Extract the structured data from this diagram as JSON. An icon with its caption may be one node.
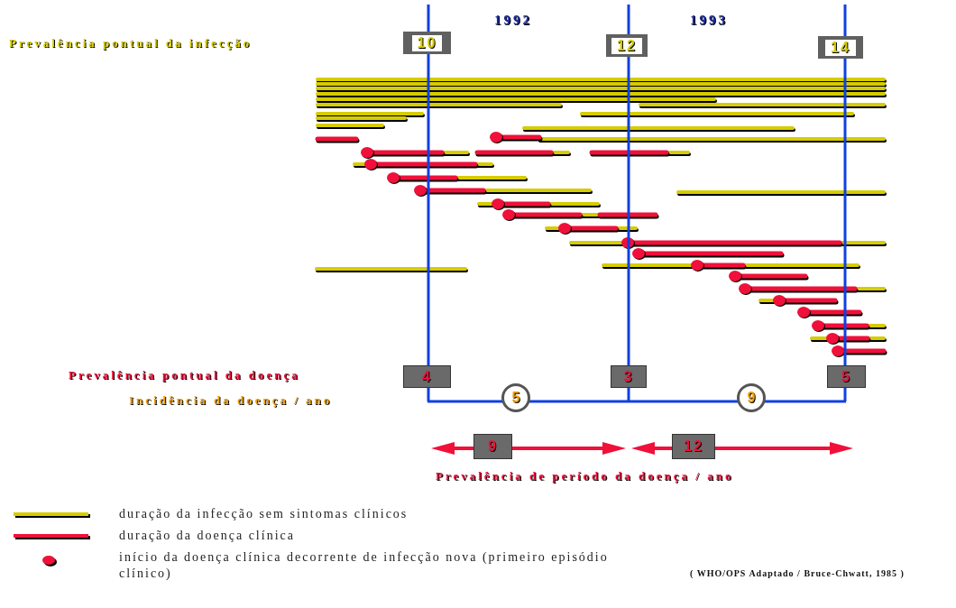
{
  "diagram": {
    "nodes": [
      {
        "text": [
          "10"
        ]
      },
      {
        "text": [
          "12"
        ]
      },
      {
        "text": [
          "14"
        ]
      },
      {
        "text": [
          "4"
        ]
      },
      {
        "text": [
          "3"
        ]
      },
      {
        "text": [
          "5"
        ]
      },
      {
        "text": [
          "5"
        ]
      },
      {
        "text": [
          "9"
        ]
      },
      {
        "text": [
          "9"
        ]
      },
      {
        "text": [
          "12"
        ]
      }
    ],
    "edges": [],
    "labels": [
      "1992",
      "1993",
      "Prevalência pontual da infecção",
      "Prevalência pontual da doença",
      "Incidência da doença / ano",
      "Prevalência de período da doença / ano",
      "( WHO/OPS Adaptado / Bruce-Chwatt, 1985 )"
    ],
    "legend": [
      {
        "text": "duração da infecção sem sintomas clínicos"
      },
      {
        "text": "duração da doença clínica"
      },
      {
        "text": "início da doença clínica decorrente de infecção nova (primeiro episódio clínico)"
      }
    ]
  }
}
